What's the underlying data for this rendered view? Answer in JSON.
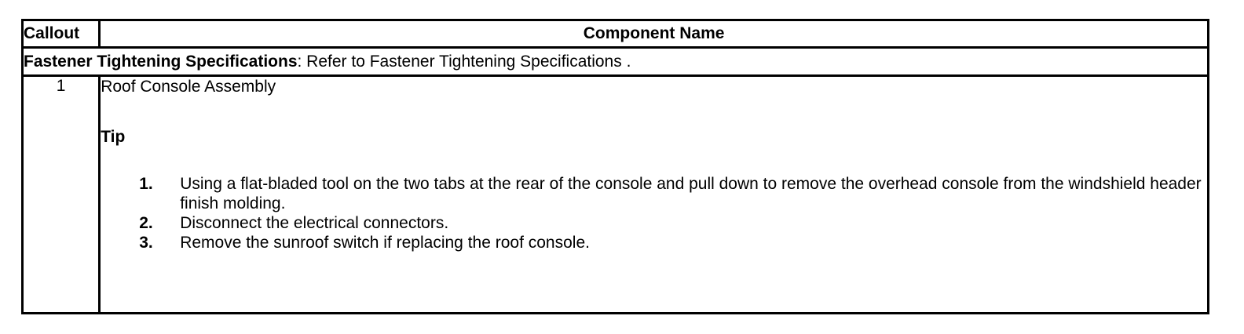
{
  "table": {
    "headers": {
      "callout": "Callout",
      "component_name": "Component Name"
    },
    "fastener_row": {
      "label": "Fastener Tightening Specifications",
      "rest": ": Refer to Fastener Tightening Specifications ."
    },
    "rows": [
      {
        "callout": "1",
        "component_title": "Roof Console Assembly",
        "tip_heading": "Tip",
        "steps": [
          {
            "number": "1.",
            "text": "Using a flat-bladed tool on the two tabs at the rear of the console and pull down to remove the overhead console from the windshield header finish molding."
          },
          {
            "number": "2.",
            "text": "Disconnect the electrical connectors."
          },
          {
            "number": "3.",
            "text": "Remove the sunroof switch if replacing the roof console."
          }
        ]
      }
    ]
  },
  "colors": {
    "border": "#000000",
    "text": "#000000",
    "background": "#ffffff"
  }
}
